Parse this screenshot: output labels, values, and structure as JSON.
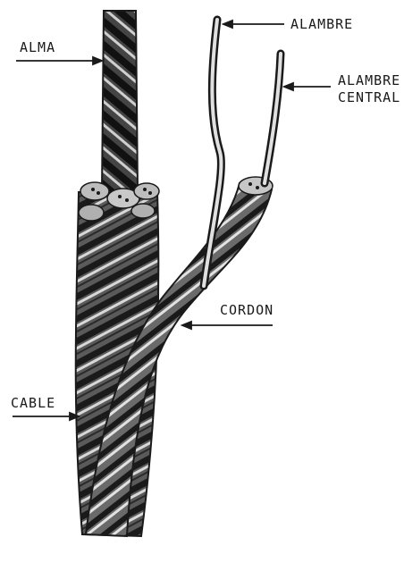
{
  "labels": {
    "alma": "ALMA",
    "alambre": "ALAMBRE",
    "alambre_central_line1": "ALAMBRE",
    "alambre_central_line2": "CENTRAL",
    "cordon": "CORDON",
    "cable": "CABLE"
  },
  "colors": {
    "ink": "#1a1a1a",
    "paper": "#ffffff",
    "shade": "#3a3a3a",
    "highlight": "#d8d8d8"
  }
}
